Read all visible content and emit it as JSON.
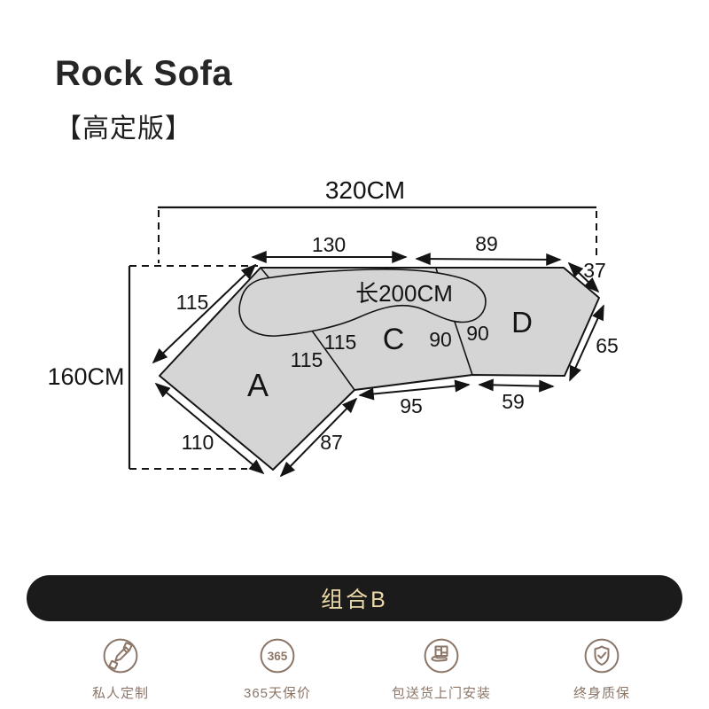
{
  "header": {
    "title": "Rock Sofa",
    "subtitle": "【高定版】"
  },
  "diagram": {
    "overall_width": "320CM",
    "overall_depth": "160CM",
    "cushion_length": "长200CM",
    "sections": {
      "a": "A",
      "c": "C",
      "d": "D"
    },
    "dims": {
      "top_c": "130",
      "top_d": "89",
      "corner_cut": "37",
      "right_edge": "65",
      "left_upper_edge": "115",
      "left_lower_edge": "110",
      "a_right_edge": "87",
      "c_bottom": "95",
      "d_bottom": "59",
      "seam_ac_a": "115",
      "seam_ac_c": "115",
      "seam_cd_c": "90",
      "seam_cd_d": "90"
    }
  },
  "banner": {
    "label": "组合B"
  },
  "features": [
    {
      "icon": "pencil-ruler-icon",
      "label": "私人定制"
    },
    {
      "icon": "badge-365-icon",
      "label": "365天保价",
      "badge": "365"
    },
    {
      "icon": "hand-box-icon",
      "label": "包送货上门安装"
    },
    {
      "icon": "shield-check-icon",
      "label": "终身质保"
    }
  ],
  "colors": {
    "banner_bg": "#1b1b1b",
    "accent_gold": "#ecd9a9",
    "icon_brown": "#8c7668",
    "sofa_fill": "#d5d5d5",
    "line": "#141414"
  }
}
